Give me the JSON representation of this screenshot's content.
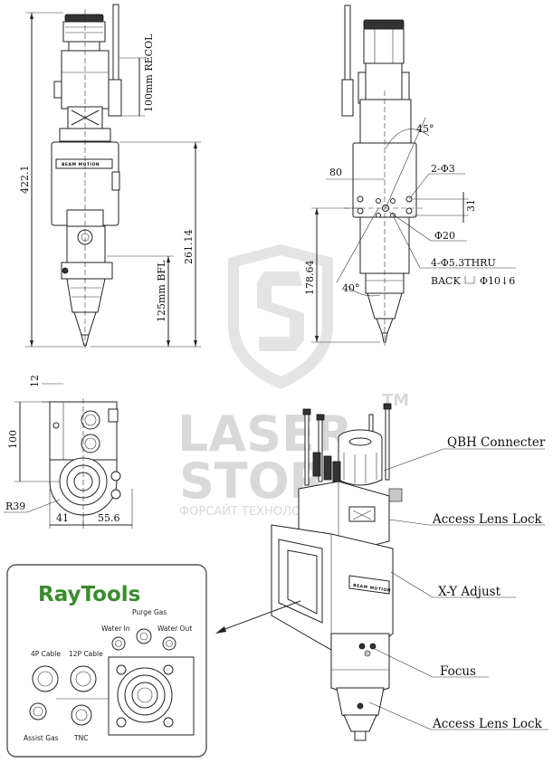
{
  "brand": {
    "name": "RayTools",
    "color": "#3a8c2e"
  },
  "watermark": {
    "line1": "LASER",
    "line2": "STORE",
    "line3": "ФОРСАЙТ ТЕХНОЛОДЖИ",
    "mark": "TM",
    "color": "#d9d9d9"
  },
  "front_view": {
    "collimation": "100mm RECOL",
    "overall_length": "422.1",
    "body_length": "261.14",
    "focal": "125mm BFL",
    "body_text": "BEAM MOTION"
  },
  "side_view": {
    "width_80": "80",
    "angle_45": "45°",
    "holes_2": "2-Φ3",
    "dim_31": "31",
    "dia_20": "Φ20",
    "holes_4": "4-Φ5.3THRU",
    "back": "BACK",
    "counterbore": "Φ10↓6",
    "height": "178.64",
    "angle_40": "40°"
  },
  "top_view": {
    "d12": "12",
    "d100": "100",
    "r39": "R39",
    "d41": "41",
    "d556": "55.6"
  },
  "callouts": {
    "qbh": "QBH Connecter",
    "access_upper": "Access Lens Lock",
    "xy": "X-Y Adjust",
    "focus": "Focus",
    "access_lower": "Access Lens Lock"
  },
  "panel": {
    "purge_gas": "Purge Gas",
    "water_in": "Water In",
    "water_out": "Water Out",
    "cable_4p": "4P Cable",
    "cable_12p": "12P Cable",
    "assist_gas": "Assist Gas",
    "tnc": "TNC"
  }
}
